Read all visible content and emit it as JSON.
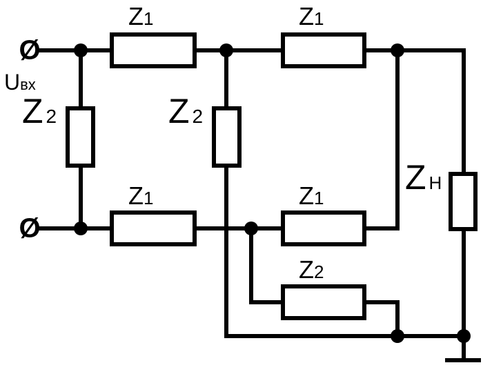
{
  "labels": {
    "z1_top_left": {
      "main": "Z",
      "sub": "1"
    },
    "z1_top_right": {
      "main": "Z",
      "sub": "1"
    },
    "z2_left": {
      "main": "Z",
      "sub": "2"
    },
    "z2_mid": {
      "main": "Z",
      "sub": "2"
    },
    "z1_bot_left": {
      "main": "Z",
      "sub": "1"
    },
    "z1_bot_right": {
      "main": "Z",
      "sub": "1"
    },
    "z2_bottom": {
      "main": "Z",
      "sub": "2"
    },
    "zh": {
      "main": "Z",
      "sub": "Н"
    },
    "input": {
      "main": "U",
      "sub": "вх"
    }
  },
  "terminals": {
    "symbol": "Ø"
  }
}
